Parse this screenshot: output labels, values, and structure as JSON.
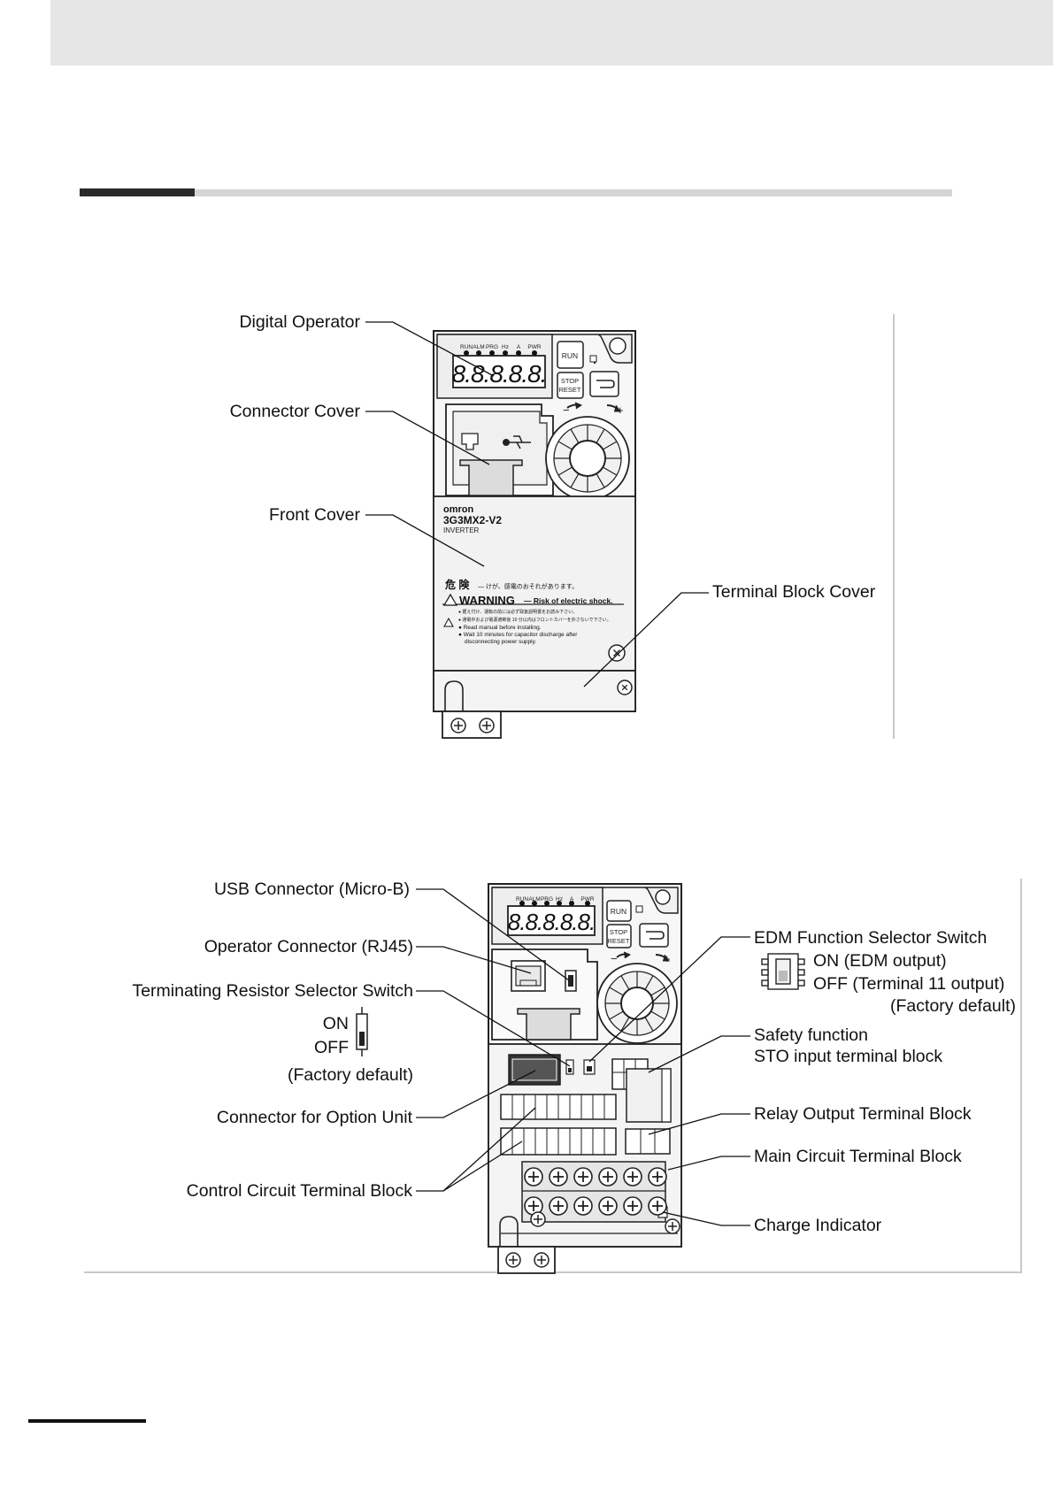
{
  "figure1": {
    "labels": {
      "digital_operator": "Digital Operator",
      "connector_cover": "Connector Cover",
      "front_cover": "Front Cover",
      "terminal_block_cover": "Terminal Block Cover"
    },
    "device": {
      "indicators": [
        "RUN",
        "ALM",
        "PRG",
        "Hz",
        "A",
        "PWR"
      ],
      "display": "8.8.8.8.8.",
      "run_key": "RUN",
      "stop_key_line1": "STOP",
      "stop_key_line2": "RESET",
      "minus": "−",
      "plus": "+",
      "brand": "omron",
      "model": "3G3MX2-V2",
      "type": "INVERTER",
      "danger_jp": "危 険",
      "danger_jp_text": "— けが、感電のおそれがあります。",
      "warning_title": "WARNING",
      "warning_subtitle": "— Risk of electric shock.",
      "note_jp1": "● 据え付け、運転の前には必ず取扱説明書をお読み下さい。",
      "note_jp2": "● 通電中および電源遮断後 10 分以内はフロントカバーを外さないで下さい。",
      "note_en1": "● Read manual before installing.",
      "note_en2": "● Wait 10 minutes for capacitor discharge after",
      "note_en3": "disconnecting power supply."
    }
  },
  "figure2": {
    "labels": {
      "usb_connector": "USB Connector (Micro-B)",
      "operator_connector": "Operator Connector (RJ45)",
      "terminating_resistor": "Terminating Resistor Selector Switch",
      "on": "ON",
      "off": "OFF",
      "factory_default_left": "(Factory default)",
      "connector_option_unit": "Connector for Option Unit",
      "control_circuit_tb": "Control Circuit Terminal Block",
      "edm_switch": "EDM Function Selector Switch",
      "edm_on": "ON (EDM output)",
      "edm_off": "OFF (Terminal 11 output)",
      "factory_default_right": "(Factory default)",
      "safety_function": "Safety function",
      "sto_input": "STO input terminal block",
      "relay_output": "Relay Output Terminal Block",
      "main_circuit": "Main Circuit Terminal Block",
      "charge_indicator": "Charge Indicator"
    },
    "device": {
      "indicators": [
        "RUN",
        "ALM",
        "PRG",
        "Hz",
        "A",
        "PWR"
      ],
      "display": "8.8.8.8.8.",
      "run_key": "RUN",
      "stop_key_line1": "STOP",
      "stop_key_line2": "RESET",
      "minus": "−",
      "plus": "+"
    }
  }
}
